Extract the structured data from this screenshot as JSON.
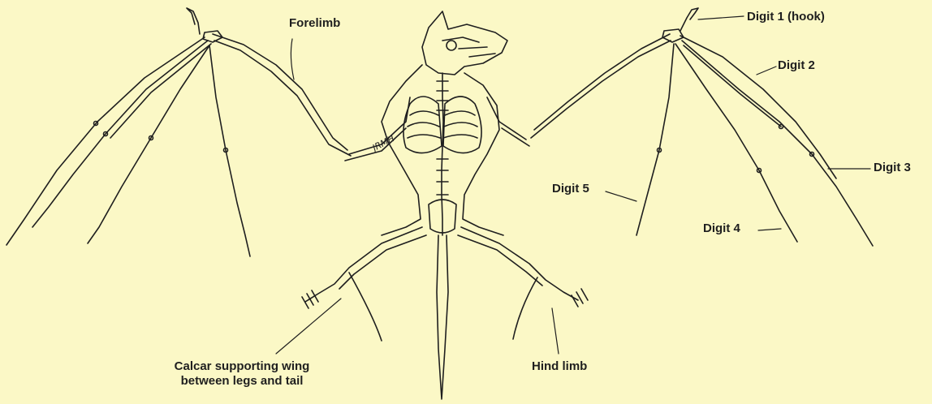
{
  "diagram": {
    "background": "#fbf8c6",
    "ink": "#1f1f1f",
    "labels": {
      "forelimb": "Forelimb",
      "digit1": "Digit 1 (hook)",
      "digit2": "Digit 2",
      "digit3": "Digit 3",
      "digit4": "Digit 4",
      "digit5": "Digit 5",
      "hind_limb": "Hind limb",
      "calcar_line1": "Calcar supporting wing",
      "calcar_line2": "between legs and tail"
    },
    "artist_signature": "JRMH"
  }
}
